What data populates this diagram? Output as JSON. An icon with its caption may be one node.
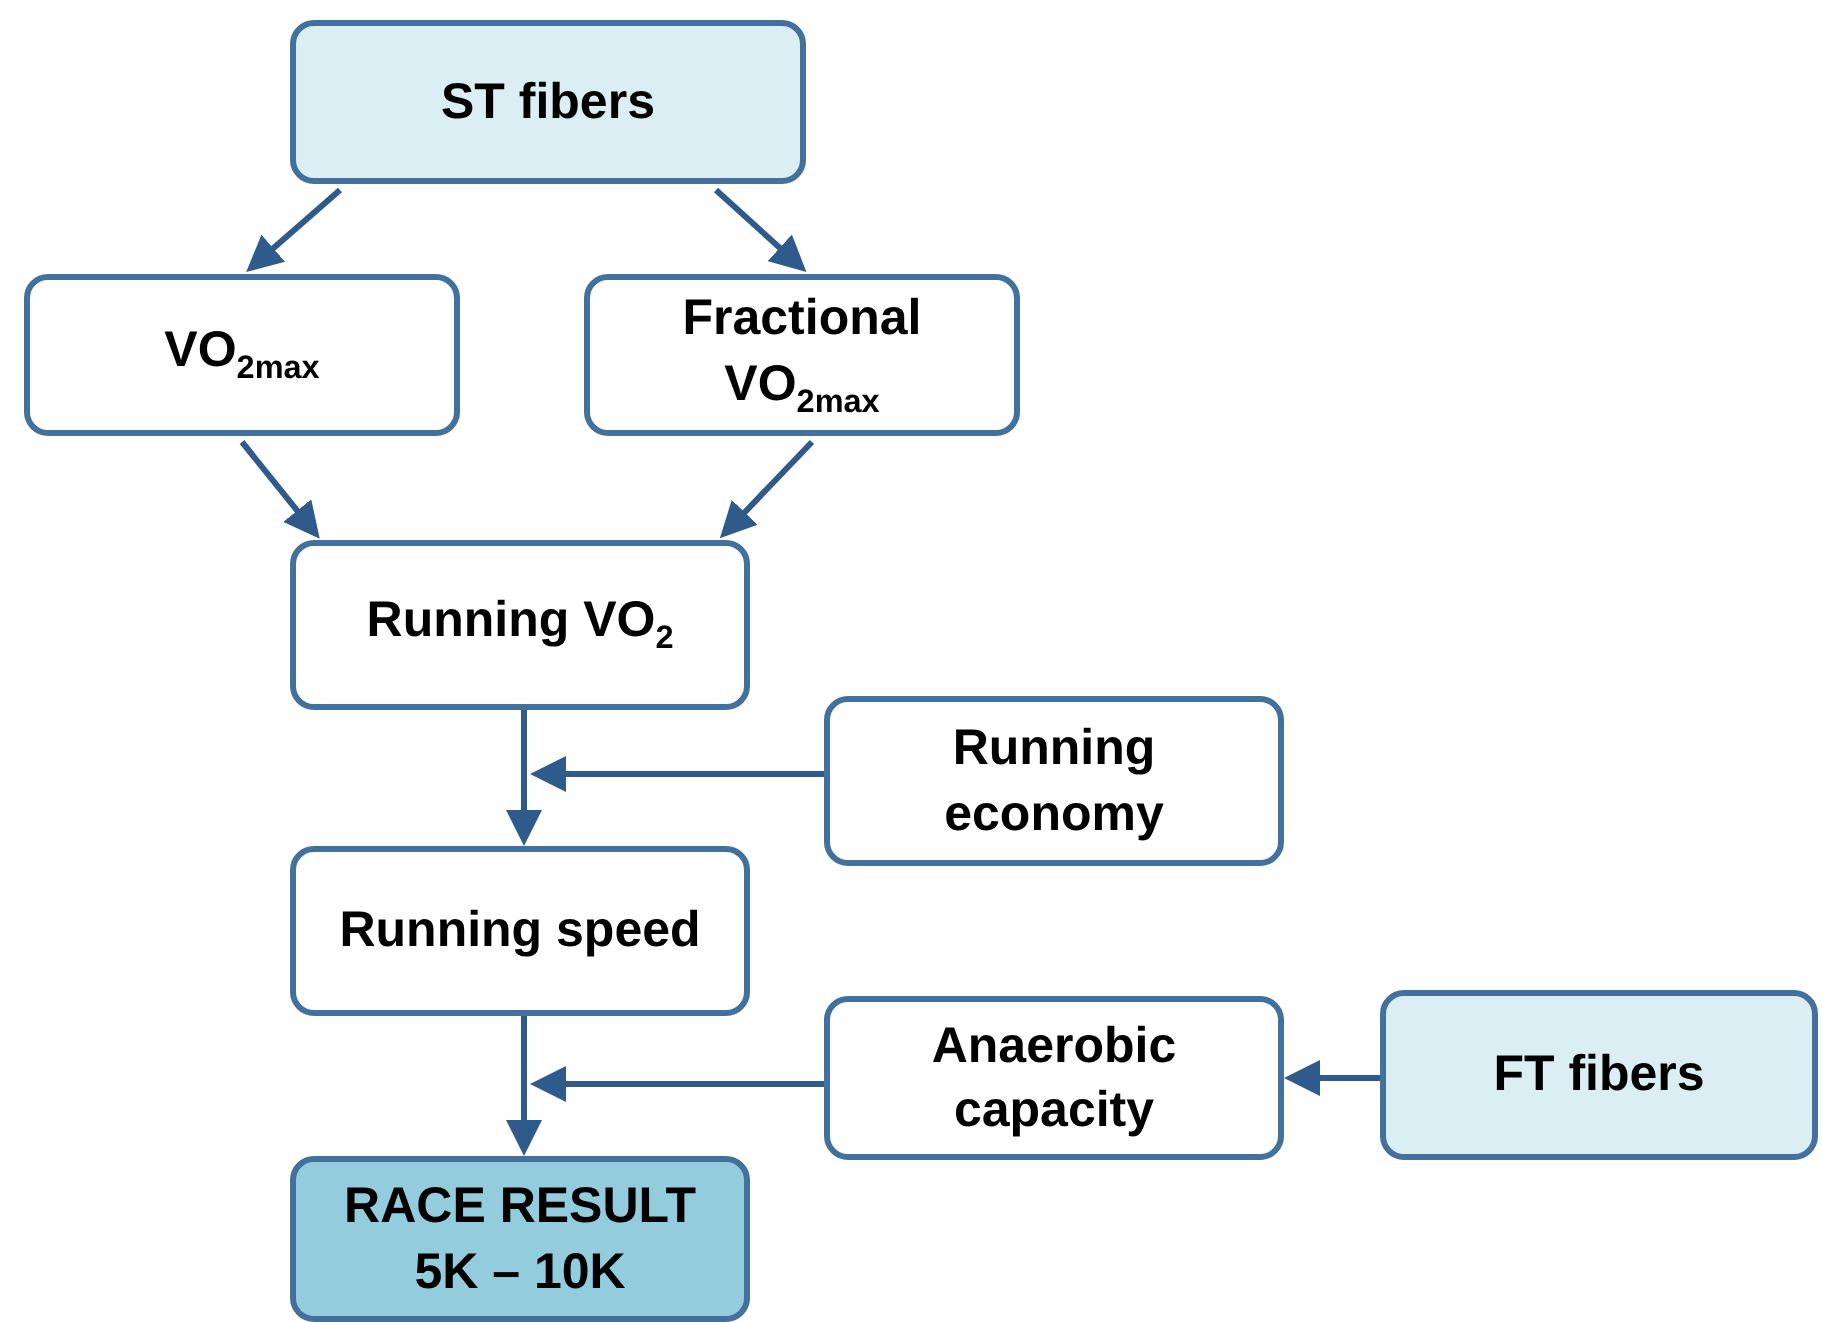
{
  "diagram": {
    "nodes": [
      {
        "text": [
          "ST fibers"
        ]
      },
      {
        "text": [
          "VO$_{2max}$"
        ]
      },
      {
        "text": [
          "Fractional VO$_{2max}$"
        ]
      },
      {
        "text": [
          "Running VO$_{2}$"
        ]
      },
      {
        "text": [
          "Running economy"
        ]
      },
      {
        "text": [
          "Running speed"
        ]
      },
      {
        "text": [
          "Anaerobic capacity"
        ]
      },
      {
        "text": [
          "FT fibers"
        ]
      },
      {
        "text": [
          "RACE RESULT 5K – 10K"
        ]
      }
    ],
    "edges": [
      {
        "from": 0,
        "to": 1,
        "arrow": "to"
      },
      {
        "from": 0,
        "to": 2,
        "arrow": "to"
      },
      {
        "from": 1,
        "to": 3,
        "arrow": "to"
      },
      {
        "from": 2,
        "to": 3,
        "arrow": "to"
      },
      {
        "from": 3,
        "to": 5,
        "arrow": "to"
      },
      {
        "from": 4,
        "to": 5,
        "arrow": "to"
      },
      {
        "from": 5,
        "to": 8,
        "arrow": "to"
      },
      {
        "from": 6,
        "to": 8,
        "arrow": "to"
      },
      {
        "from": 7,
        "to": 6,
        "arrow": "to"
      }
    ]
  }
}
